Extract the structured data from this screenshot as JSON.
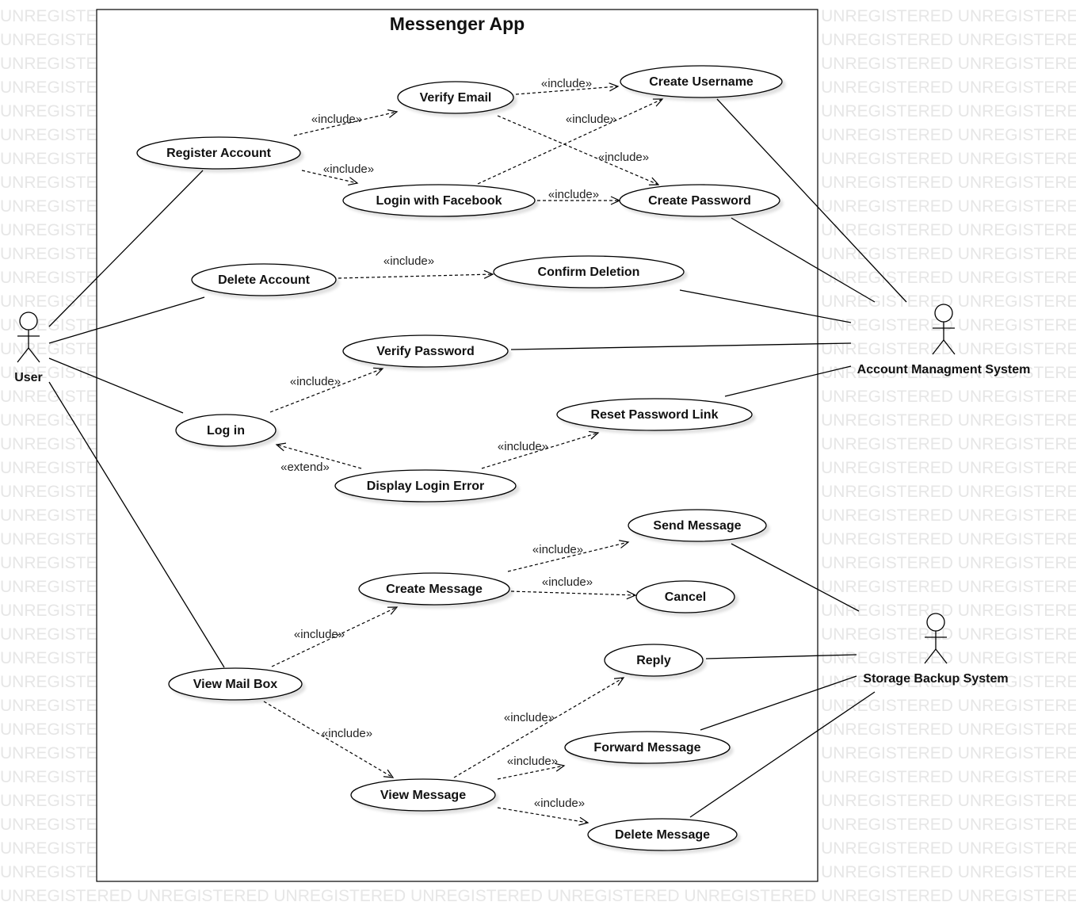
{
  "watermark": "UNREGISTERED",
  "system": {
    "title": "Messenger App"
  },
  "actors": [
    {
      "id": "user",
      "label": "User"
    },
    {
      "id": "ams",
      "label": "Account Managment System"
    },
    {
      "id": "sbs",
      "label": "Storage Backup System"
    }
  ],
  "use_cases": [
    {
      "id": "register",
      "label": "Register Account"
    },
    {
      "id": "verify_email",
      "label": "Verify Email"
    },
    {
      "id": "login_fb",
      "label": "Login with Facebook"
    },
    {
      "id": "create_username",
      "label": "Create Username"
    },
    {
      "id": "create_password",
      "label": "Create Password"
    },
    {
      "id": "delete_account",
      "label": "Delete Account"
    },
    {
      "id": "confirm_deletion",
      "label": "Confirm Deletion"
    },
    {
      "id": "verify_password",
      "label": "Verify Password"
    },
    {
      "id": "login",
      "label": "Log in"
    },
    {
      "id": "reset_link",
      "label": "Reset Password Link"
    },
    {
      "id": "login_error",
      "label": "Display Login Error"
    },
    {
      "id": "send_message",
      "label": "Send Message"
    },
    {
      "id": "create_message",
      "label": "Create Message"
    },
    {
      "id": "cancel",
      "label": "Cancel"
    },
    {
      "id": "reply",
      "label": "Reply"
    },
    {
      "id": "view_mailbox",
      "label": "View Mail Box"
    },
    {
      "id": "forward_message",
      "label": "Forward Message"
    },
    {
      "id": "view_message",
      "label": "View Message"
    },
    {
      "id": "delete_message",
      "label": "Delete Message"
    }
  ],
  "relations": [
    {
      "from": "register",
      "to": "verify_email",
      "label": "«include»"
    },
    {
      "from": "register",
      "to": "login_fb",
      "label": "«include»"
    },
    {
      "from": "verify_email",
      "to": "create_username",
      "label": "«include»"
    },
    {
      "from": "verify_email",
      "to": "create_password",
      "label": "«include»"
    },
    {
      "from": "login_fb",
      "to": "create_username",
      "label": "«include»"
    },
    {
      "from": "login_fb",
      "to": "create_password",
      "label": "«include»"
    },
    {
      "from": "delete_account",
      "to": "confirm_deletion",
      "label": "«include»"
    },
    {
      "from": "login",
      "to": "verify_password",
      "label": "«include»"
    },
    {
      "from": "login_error",
      "to": "login",
      "label": "«extend»"
    },
    {
      "from": "login_error",
      "to": "reset_link",
      "label": "«include»"
    },
    {
      "from": "view_mailbox",
      "to": "create_message",
      "label": "«include»"
    },
    {
      "from": "view_mailbox",
      "to": "view_message",
      "label": "«include»"
    },
    {
      "from": "create_message",
      "to": "send_message",
      "label": "«include»"
    },
    {
      "from": "create_message",
      "to": "cancel",
      "label": "«include»"
    },
    {
      "from": "view_message",
      "to": "reply",
      "label": "«include»"
    },
    {
      "from": "view_message",
      "to": "forward_message",
      "label": "«include»"
    },
    {
      "from": "view_message",
      "to": "delete_message",
      "label": "«include»"
    }
  ],
  "associations": [
    {
      "actor": "user",
      "use_case": "register"
    },
    {
      "actor": "user",
      "use_case": "delete_account"
    },
    {
      "actor": "user",
      "use_case": "login"
    },
    {
      "actor": "user",
      "use_case": "view_mailbox"
    },
    {
      "actor": "ams",
      "use_case": "create_username"
    },
    {
      "actor": "ams",
      "use_case": "create_password"
    },
    {
      "actor": "ams",
      "use_case": "confirm_deletion"
    },
    {
      "actor": "ams",
      "use_case": "verify_password"
    },
    {
      "actor": "ams",
      "use_case": "reset_link"
    },
    {
      "actor": "sbs",
      "use_case": "send_message"
    },
    {
      "actor": "sbs",
      "use_case": "reply"
    },
    {
      "actor": "sbs",
      "use_case": "forward_message"
    },
    {
      "actor": "sbs",
      "use_case": "delete_message"
    }
  ]
}
